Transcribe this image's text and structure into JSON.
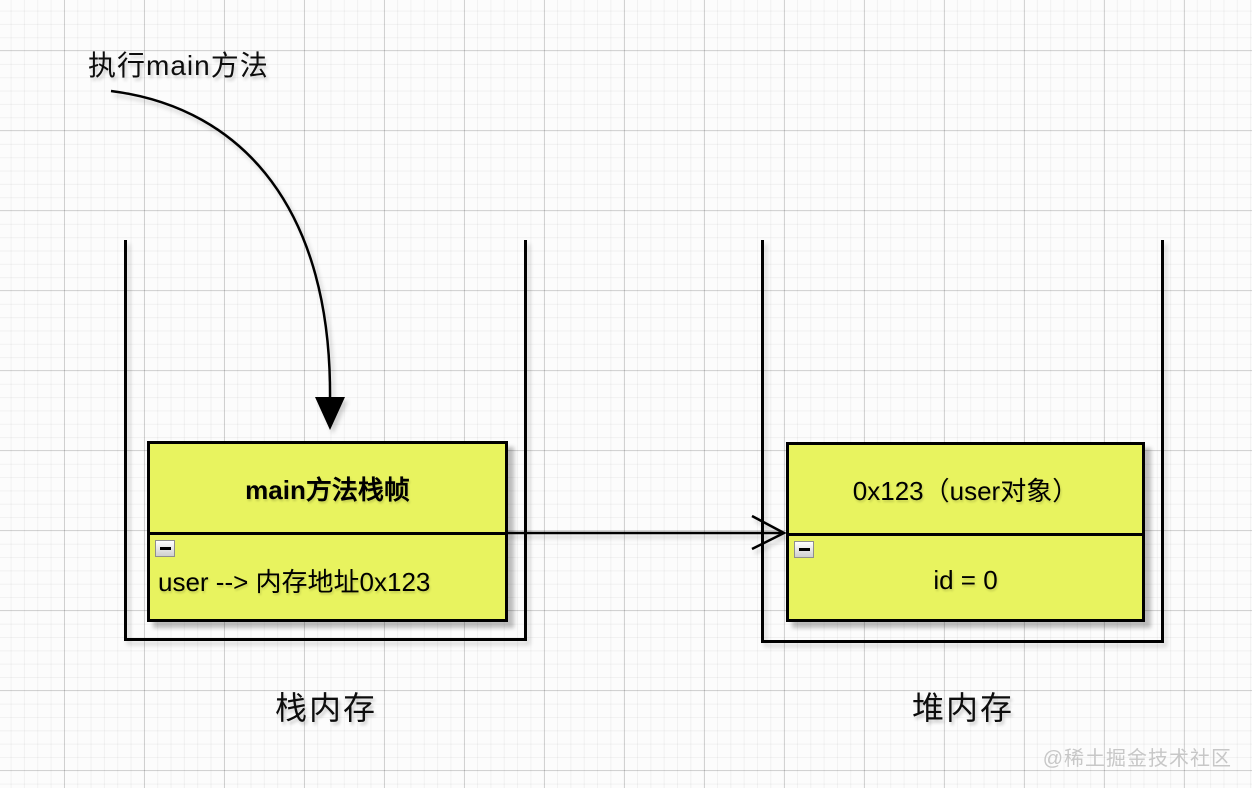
{
  "annotation": {
    "label": "执行main方法"
  },
  "stack": {
    "container_label": "栈内存",
    "frame": {
      "title": "main方法栈帧",
      "entry": "user --> 内存地址0x123",
      "collapse_icon": "minus-icon"
    }
  },
  "heap": {
    "container_label": "堆内存",
    "object": {
      "title": "0x123（user对象）",
      "entry": "id = 0",
      "collapse_icon": "minus-icon"
    }
  },
  "watermark": "@稀土掘金技术社区",
  "colors": {
    "box_fill": "#e8f35f",
    "line": "#000000",
    "grid_major": "#dadada",
    "grid_minor": "#f1f1f1",
    "watermark": "#c7c7c7"
  }
}
